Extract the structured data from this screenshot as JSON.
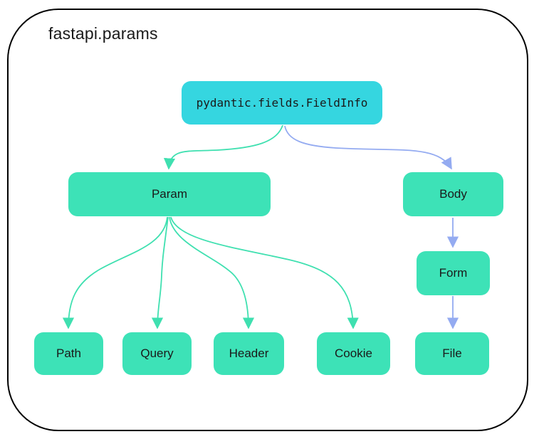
{
  "diagram": {
    "title": "fastapi.params",
    "type": "class-inheritance-diagram",
    "colors": {
      "green": "#3de2b7",
      "cyan": "#35d6e0",
      "green_edge": "#3fe0b0",
      "blue_edge": "#94abf1",
      "ink": "#1a1a1a",
      "frame": "#000000"
    },
    "nodes": {
      "fieldinfo": {
        "label": "pydantic.fields.FieldInfo"
      },
      "param": {
        "label": "Param"
      },
      "body": {
        "label": "Body"
      },
      "form": {
        "label": "Form"
      },
      "file": {
        "label": "File"
      },
      "path": {
        "label": "Path"
      },
      "query": {
        "label": "Query"
      },
      "header": {
        "label": "Header"
      },
      "cookie": {
        "label": "Cookie"
      }
    },
    "edges": [
      {
        "from": "pydantic.fields.FieldInfo",
        "to": "Param",
        "color": "green"
      },
      {
        "from": "pydantic.fields.FieldInfo",
        "to": "Body",
        "color": "blue"
      },
      {
        "from": "Param",
        "to": "Path",
        "color": "green"
      },
      {
        "from": "Param",
        "to": "Query",
        "color": "green"
      },
      {
        "from": "Param",
        "to": "Header",
        "color": "green"
      },
      {
        "from": "Param",
        "to": "Cookie",
        "color": "green"
      },
      {
        "from": "Body",
        "to": "Form",
        "color": "blue"
      },
      {
        "from": "Form",
        "to": "File",
        "color": "blue"
      }
    ]
  }
}
